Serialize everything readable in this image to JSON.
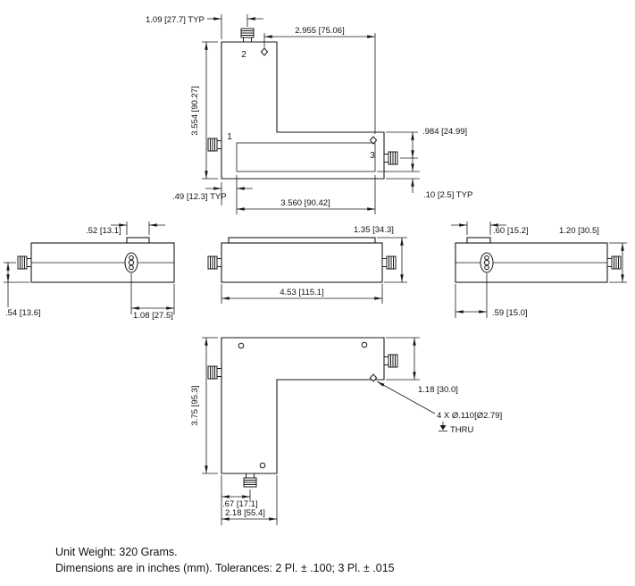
{
  "drawing": {
    "top_view": {
      "port1": "1",
      "port2": "2",
      "port3": "3",
      "dim_port2_offset": "1.09 [27.7]  TYP",
      "dim_width_upper": "2.955 [75.06]",
      "dim_height": "3.554 [90.27]",
      "dim_arm_height": ".984 [24.99]",
      "dim_inset": ".49 [12.3] TYP",
      "dim_width_lower": "3.560 [90.42]",
      "dim_lip": ".10 [2.5] TYP"
    },
    "left_view": {
      "dim_lid": ".52 [13.1]",
      "dim_conn_height": ".54 [13.6]",
      "dim_conn_offset": "1.08 [27.5]"
    },
    "front_view": {
      "dim_height": "1.35 [34.3]",
      "dim_length": "4.53 [115.1]"
    },
    "right_view": {
      "dim_lid": ".60 [15.2]",
      "dim_height": "1.20 [30.5]",
      "dim_conn_offset": ".59 [15.0]"
    },
    "bottom_view": {
      "dim_height": "3.75 [95.3]",
      "dim_arm_height": "1.18 [30.0]",
      "hole_note_line1": "4 X Ø.110[Ø2.79]",
      "hole_note_line2": "THRU",
      "dim_conn_offset": ".67 [17.1]",
      "dim_arm_width": "2.18 [55.4]"
    },
    "notes": {
      "weight": "Unit Weight: 320 Grams.",
      "tolerance": "Dimensions are in inches (mm). Tolerances: 2 Pl. ± .100; 3 Pl. ± .015"
    },
    "colors": {
      "line": "#1a1a1a",
      "background": "#ffffff"
    }
  }
}
